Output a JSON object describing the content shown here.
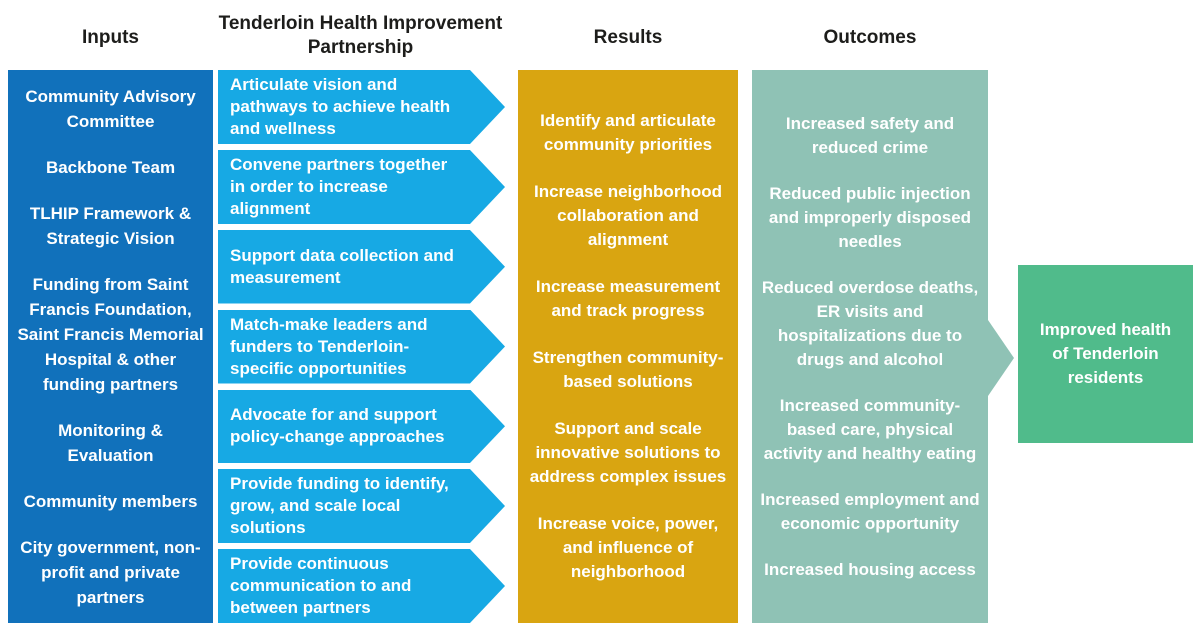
{
  "header": {
    "inputs": "Inputs",
    "partnership": "Tenderloin Health Improvement Partnership",
    "results": "Results",
    "outcomes": "Outcomes"
  },
  "inputs": {
    "items": [
      "Community Advisory Committee",
      "Backbone Team",
      "TLHIP Framework & Strategic Vision",
      "Funding from Saint Francis Foundation, Saint Francis Memorial Hospital & other funding partners",
      "Monitoring & Evaluation",
      "Community members",
      "City government, non-profit and private partners"
    ]
  },
  "partnership": {
    "activities": [
      "Articulate vision and pathways to achieve health and wellness",
      "Convene partners together in order to increase alignment",
      "Support data collection and measurement",
      "Match-make leaders and funders to Tenderloin-specific opportunities",
      "Advocate for and support policy-change approaches",
      "Provide funding to identify, grow, and scale local solutions",
      "Provide continuous communication to and between partners"
    ]
  },
  "results": {
    "items": [
      "Identify and articulate community priorities",
      "Increase neighborhood collaboration and alignment",
      "Increase measurement and track progress",
      "Strengthen community-based solutions",
      "Support and scale innovative solutions to address complex issues",
      "Increase voice, power, and influence of neighborhood"
    ]
  },
  "outcomes": {
    "items": [
      "Increased safety and reduced crime",
      "Reduced public injection and improperly disposed needles",
      "Reduced overdose deaths, ER visits and hospitalizations due to drugs and alcohol",
      "Increased community-based care, physical activity and healthy eating",
      "Increased employment and economic opportunity",
      "Increased housing access"
    ]
  },
  "impact": {
    "label": "Improved health of Tenderloin residents"
  },
  "colors": {
    "inputs_bg": "#1171BB",
    "activity_bg": "#17A9E4",
    "results_bg": "#D9A511",
    "outcomes_bg": "#8FC2B5",
    "impact_bg": "#50BB8B",
    "text_on_fill": "#FFFFFF",
    "heading_text": "#1D1D1B"
  }
}
